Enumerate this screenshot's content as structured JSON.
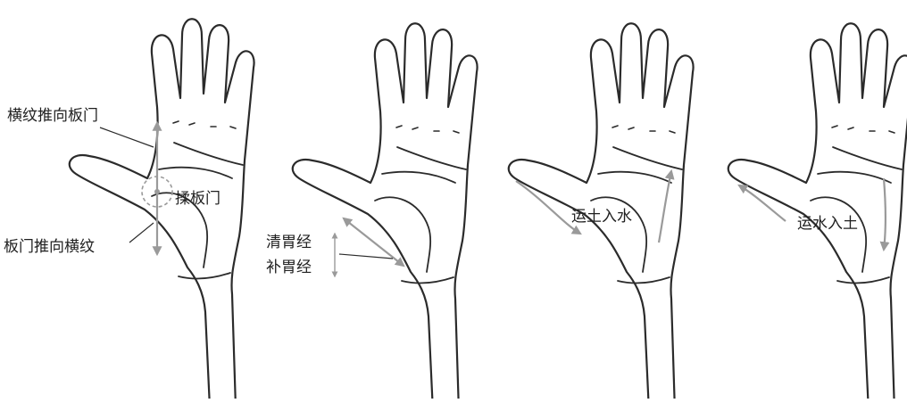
{
  "labels": {
    "hand1_top": "横纹推向板门",
    "hand1_center": "揉板门",
    "hand1_bottom": "板门推向横纹",
    "hand2_up": "清胃经",
    "hand2_down": "补胃经",
    "hand3_label": "运土入水",
    "hand4_label": "运水入土"
  },
  "colors": {
    "outline": "#2b2b2b",
    "arrow": "#9a9a9a",
    "text": "#1f1f1f"
  }
}
